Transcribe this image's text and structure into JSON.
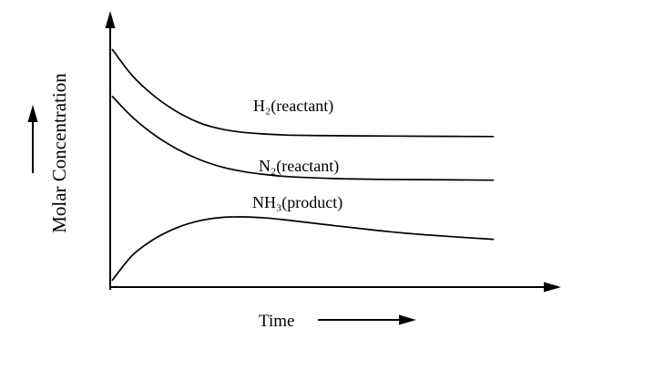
{
  "chart_data": {
    "type": "line",
    "title": "",
    "xlabel": "Time",
    "ylabel": "Molar Concentration",
    "x_range": [
      0,
      10
    ],
    "y_range": [
      0,
      10
    ],
    "grid": false,
    "legend_position": "inline-labels",
    "line_color": "#000000",
    "description": "Concentration vs time curves reaching chemical equilibrium",
    "series": [
      {
        "name": "H2",
        "label": "H₂(reactant)",
        "role": "reactant",
        "x": [
          0.05,
          0.5,
          1.0,
          1.5,
          2.0,
          2.5,
          3.0,
          3.5,
          4.0,
          5.0,
          6.0,
          7.0,
          8.6
        ],
        "y": [
          8.7,
          7.75,
          7.0,
          6.45,
          6.05,
          5.82,
          5.7,
          5.64,
          5.6,
          5.58,
          5.57,
          5.56,
          5.55
        ]
      },
      {
        "name": "N2",
        "label": "N₂(reactant)",
        "role": "reactant",
        "x": [
          0.05,
          0.5,
          1.0,
          1.5,
          2.0,
          2.5,
          3.0,
          3.5,
          4.0,
          5.0,
          6.0,
          7.0,
          8.6
        ],
        "y": [
          7.0,
          6.25,
          5.6,
          5.1,
          4.72,
          4.45,
          4.28,
          4.17,
          4.1,
          4.03,
          4.0,
          3.99,
          3.97
        ]
      },
      {
        "name": "NH3",
        "label": "NH₃(product)",
        "role": "product",
        "x": [
          0.05,
          0.5,
          1.0,
          1.5,
          2.0,
          2.5,
          3.0,
          3.5,
          4.0,
          5.0,
          6.0,
          7.0,
          8.6
        ],
        "y": [
          0.35,
          1.25,
          1.85,
          2.25,
          2.5,
          2.62,
          2.64,
          2.6,
          2.52,
          2.33,
          2.15,
          2.0,
          1.83
        ]
      }
    ]
  }
}
